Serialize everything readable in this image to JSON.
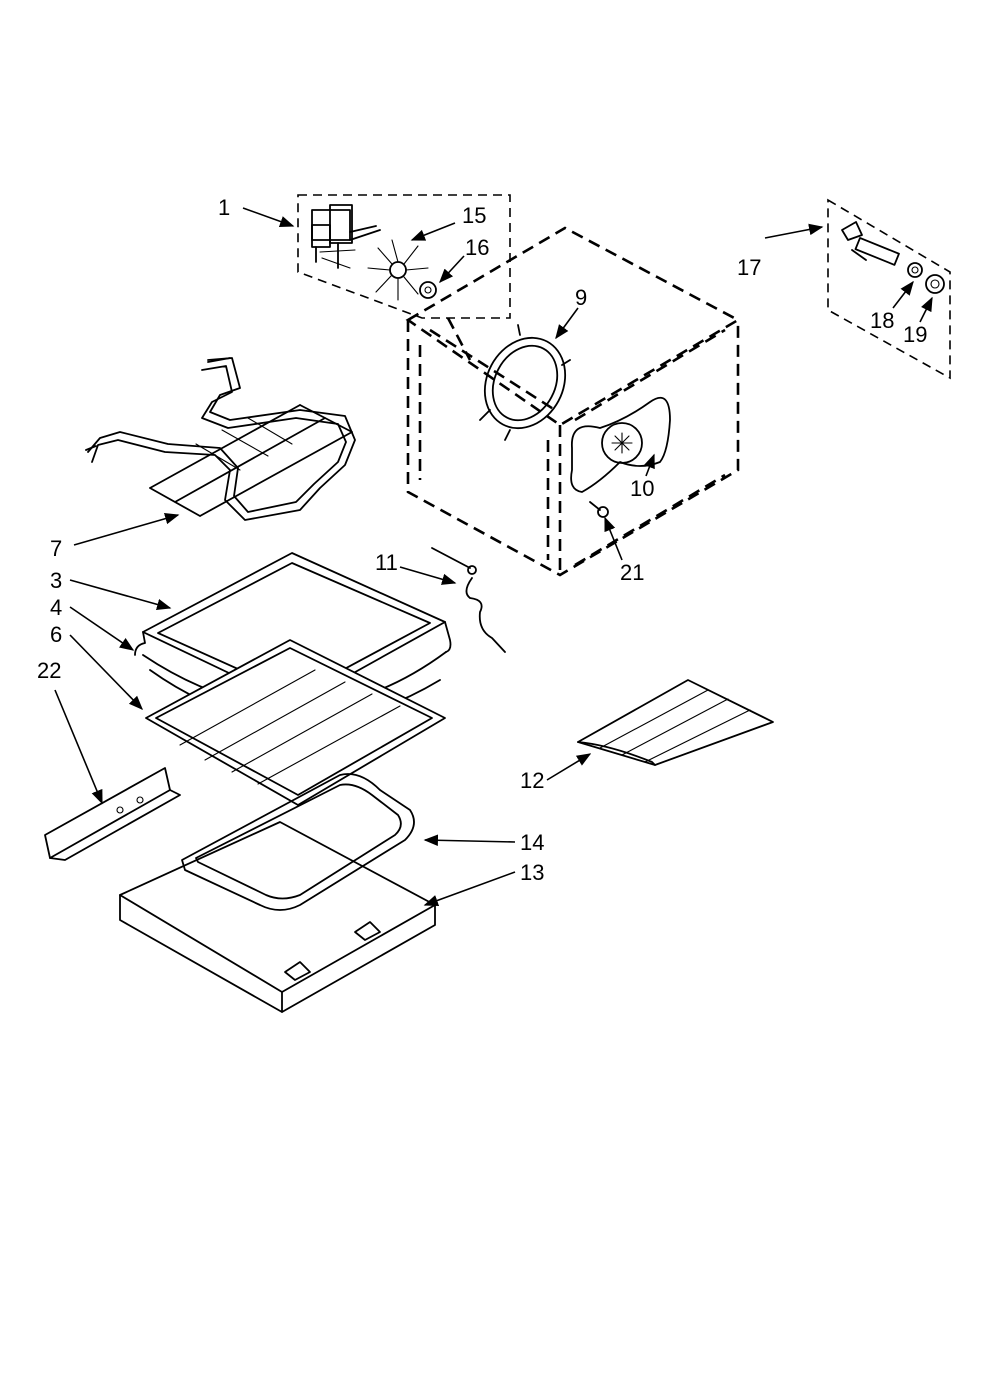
{
  "callouts": {
    "c1": "1",
    "c3": "3",
    "c4": "4",
    "c6": "6",
    "c7": "7",
    "c9": "9",
    "c10": "10",
    "c11": "11",
    "c12": "12",
    "c13": "13",
    "c14": "14",
    "c15": "15",
    "c16": "16",
    "c17": "17",
    "c18": "18",
    "c19": "19",
    "c21": "21",
    "c22": "22"
  }
}
